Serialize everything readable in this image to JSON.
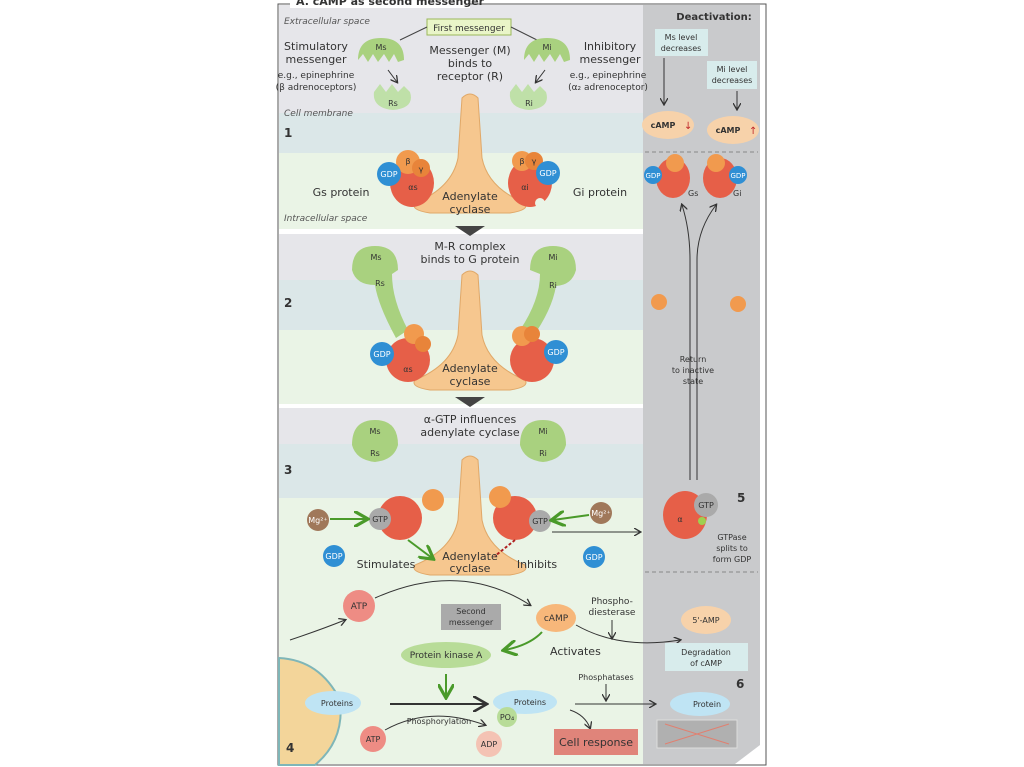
{
  "title": "A. cAMP as second messenger",
  "regions": {
    "extracellular": "Extracellular space",
    "membrane": "Cell membrane",
    "intracellular": "Intracellular space"
  },
  "step1": {
    "first_messenger": "First messenger",
    "stim_1": "Stimulatory",
    "stim_2": "messenger",
    "stim_ex1": "e.g., epinephrine",
    "stim_ex2": "(β adrenoceptors)",
    "inh_1": "Inhibitory",
    "inh_2": "messenger",
    "inh_ex1": "e.g., epinephrine",
    "inh_ex2": "(α₂ adrenoceptor)",
    "center_1": "Messenger (M)",
    "center_2": "binds to",
    "center_3": "receptor (R)",
    "ms": "Ms",
    "mi": "Mi",
    "rs": "Rs",
    "ri": "Ri",
    "gs_protein": "Gs protein",
    "gi_protein": "Gi protein",
    "gdp": "GDP",
    "beta": "β",
    "gamma": "γ",
    "alpha_s": "αs",
    "alpha_i": "αi",
    "ac_1": "Adenylate",
    "ac_2": "cyclase",
    "num": "1"
  },
  "step2": {
    "caption_1": "M-R complex",
    "caption_2": "binds to G protein",
    "num": "2"
  },
  "step3": {
    "caption_1": "α-GTP influences",
    "caption_2": "adenylate cyclase",
    "mg": "Mg²⁺",
    "gtp": "GTP",
    "stimulates": "Stimulates",
    "inhibits": "Inhibits",
    "num": "3"
  },
  "step4": {
    "atp": "ATP",
    "camp": "cAMP",
    "second_1": "Second",
    "second_2": "messenger",
    "pde_1": "Phospho-",
    "pde_2": "diesterase",
    "pka": "Protein kinase A",
    "activates": "Activates",
    "proteins": "Proteins",
    "phosphorylation": "Phosphorylation",
    "po4": "PO₄",
    "adp": "ADP",
    "phosphatases": "Phosphatases",
    "cell_response": "Cell response",
    "num": "4"
  },
  "deactivation": {
    "heading": "Deactivation:",
    "ms_level_1": "Ms level",
    "ms_level_2": "decreases",
    "mi_level_1": "Mi level",
    "mi_level_2": "decreases",
    "camp_down": "cAMP",
    "camp_up": "cAMP",
    "gs": "Gs",
    "gi": "Gi",
    "return_1": "Return",
    "return_2": "to inactive",
    "return_3": "state",
    "gtpase_1": "GTPase",
    "gtpase_2": "splits to",
    "gtpase_3": "form GDP",
    "alpha": "α",
    "num5": "5",
    "amp": "5'-AMP",
    "degr_1": "Degradation",
    "degr_2": "of cAMP",
    "protein": "Protein",
    "num6": "6"
  },
  "colors": {
    "gdp": "#2f8fd4",
    "alpha": "#e65f48",
    "beta": "#f19a4e",
    "messenger": "#a9d17f",
    "cyclase": "#f6c78f",
    "camp": "#f7b77a",
    "membrane": "#dbe7e8",
    "cytosol": "#eaf4e6",
    "extracellular": "#e6e6ea",
    "deactivation": "#c9cacc",
    "cell_response": "#e0847a"
  }
}
